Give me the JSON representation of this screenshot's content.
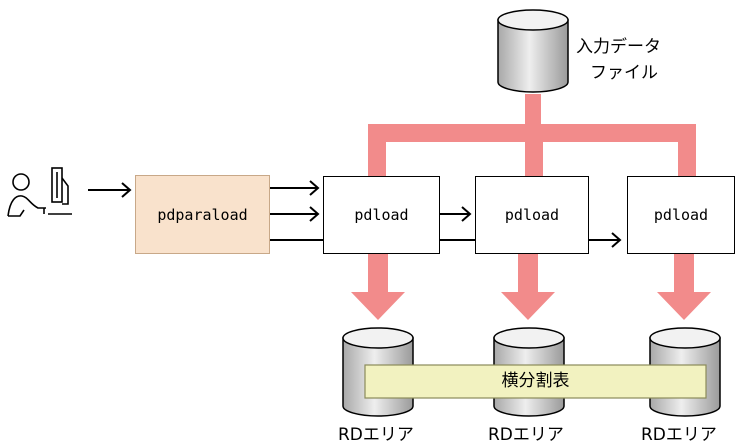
{
  "input_file": {
    "label_line1": "入力データ",
    "label_line2": "ファイル"
  },
  "main_process": {
    "label": "pdparaload"
  },
  "sub_processes": [
    {
      "label": "pdload"
    },
    {
      "label": "pdload"
    },
    {
      "label": "pdload"
    }
  ],
  "rd_areas": [
    {
      "label": "RDエリア"
    },
    {
      "label": "RDエリア"
    },
    {
      "label": "RDエリア"
    }
  ],
  "table": {
    "label": "横分割表"
  },
  "colors": {
    "flow_arrow": "#f28b8b",
    "main_process_fill": "#f9e2cc",
    "table_fill": "#f2f2c0",
    "cylinder_body": "#d9d9d9",
    "cylinder_top": "#f2f2f2"
  },
  "icons": {
    "user": "user-at-computer-icon"
  }
}
